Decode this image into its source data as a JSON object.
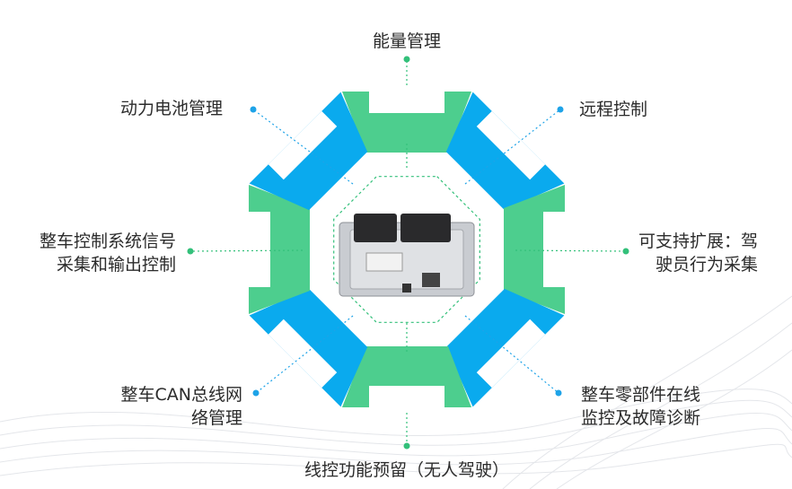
{
  "colors": {
    "blue": "#0aaaee",
    "green": "#4dce8e",
    "line_blue": "#1ea3e8",
    "line_green": "#33c07a",
    "dot_blue": "#1ea3e8",
    "dot_green": "#33c07a"
  },
  "labels": {
    "top": "能量管理",
    "top_left": "动力电池管理",
    "top_right": "远程控制",
    "left_line1": "整车控制系统信号",
    "left_line2": "采集和输出控制",
    "right_line1": "可支持扩展：驾",
    "right_line2": "驶员行为采集",
    "bottom_left_line1": "整车CAN总线网",
    "bottom_left_line2": "络管理",
    "bottom_right_line1": "整车零部件在线",
    "bottom_right_line2": "监控及故障诊断",
    "bottom": "线控功能预留（无人驾驶）"
  },
  "center_image": "ecu-controller-unit"
}
